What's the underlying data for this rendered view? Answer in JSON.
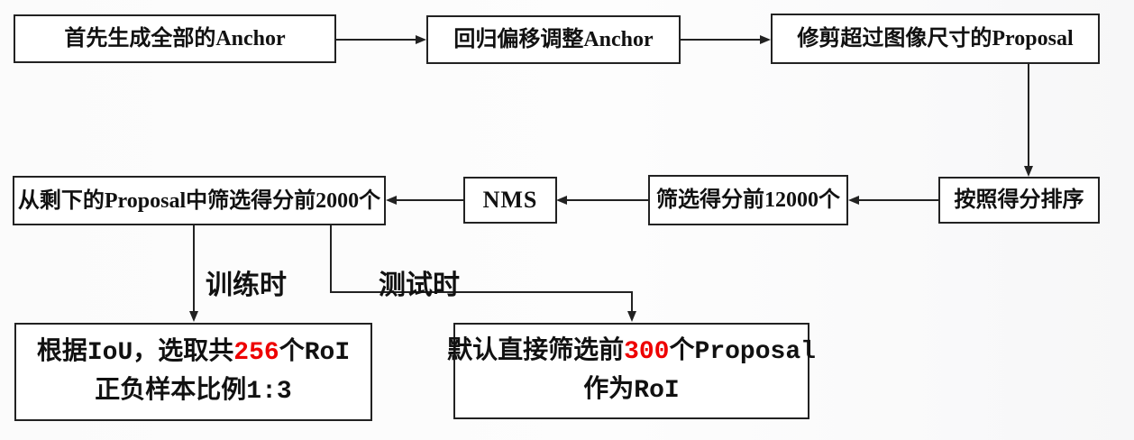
{
  "boxes": {
    "generate_anchors": {
      "label": "首先生成全部的Anchor"
    },
    "regress_adjust": {
      "label": "回归偏移调整Anchor"
    },
    "clip_proposals": {
      "label": "修剪超过图像尺寸的Proposal"
    },
    "sort_by_score": {
      "label": "按照得分排序"
    },
    "top_12000": {
      "label": "筛选得分前12000个"
    },
    "nms": {
      "label": "NMS"
    },
    "top_2000": {
      "label": "从剩下的Proposal中筛选得分前2000个"
    },
    "train": {
      "l1_a": "根据",
      "l1_b": "IoU",
      "l1_c": "，选取共",
      "l1_red": "256",
      "l1_d": "个",
      "l1_e": "RoI",
      "l2_a": "正负样本比例",
      "l2_b": "1:3"
    },
    "test": {
      "l1_a": "默认直接筛选前",
      "l1_red": "300",
      "l1_b": "个",
      "l1_c": "Proposal",
      "l2_a": "作为",
      "l2_b": "RoI"
    }
  },
  "branch_labels": {
    "train": "训练时",
    "test": "测试时"
  },
  "colors": {
    "line": "#222222",
    "text": "#111111",
    "highlight_red": "#ee0000",
    "box_fill": "#ffffff"
  }
}
